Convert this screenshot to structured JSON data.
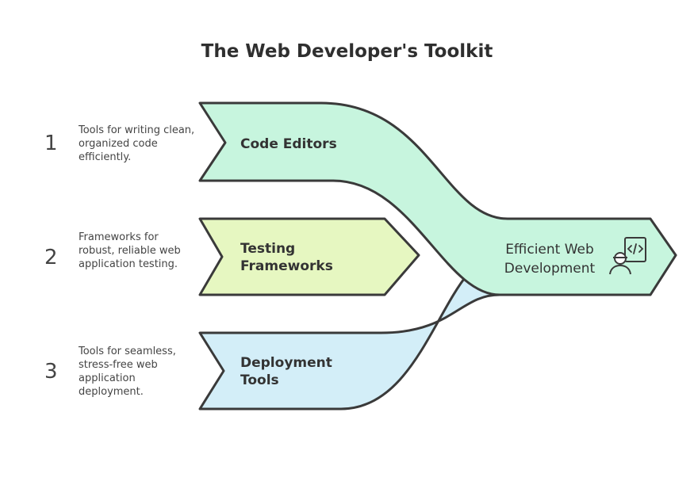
{
  "title": "The Web Developer's Toolkit",
  "steps": [
    {
      "number": "1",
      "label": "Code Editors",
      "description": "Tools for writing clean, organized code efficiently.",
      "color": "#c7f5de"
    },
    {
      "number": "2",
      "label": "Testing Frameworks",
      "description": "Frameworks for robust, reliable web application testing.",
      "color": "#e6f7c1"
    },
    {
      "number": "3",
      "label": "Deployment Tools",
      "description": "Tools for seamless, stress-free web application deployment.",
      "color": "#d3eef8"
    }
  ],
  "output": {
    "label": "Efficient Web Development",
    "icon": "developer-icon",
    "color": "#c7f5de"
  }
}
